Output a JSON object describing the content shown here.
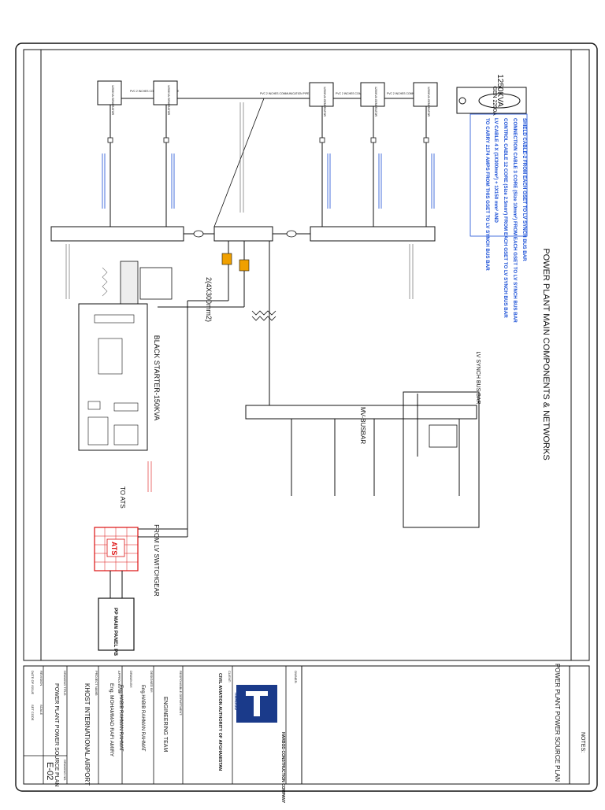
{
  "title": "POWER PLANT MAIN COMPONENTS & NETWORKS",
  "lv_synch_bus_bar": "LV SYNCH BUS BAR",
  "main_gen": {
    "rating": "1250KVA",
    "label": "GEN 2200A"
  },
  "gen_notes": [
    "SHIELD CABLE-2 FROM EACH GSET TO LV SYNCH BUS BAR",
    "CONNECTION CABLE 3 CORE (Size 10mm²) FROM EACH GSET TO LV SYNCH BUS BAR",
    "CONTROL CABLE 12 CORE (Size 2.5mm²) FROM EACH GSET TO LV SYNCH BUS BAR",
    "LV CABLE 4 X (1X300mm²) + 1X150 mm² AND",
    "TO CARRY 2174 AMPS FROM THIS GSET TO LV SYNCH BUS BAR"
  ],
  "generators": [
    {
      "label": "1250KVA GENERATOR",
      "pipe": "PVC 2 INCHES COMMUNICATION PIPE"
    },
    {
      "label": "1250KVA GENERATOR",
      "pipe": "PVC 2 INCHES COMMUNICATION PIPE"
    },
    {
      "label": "1250KVA GENERATOR",
      "pipe": "PVC 2 INCHES COMMUNICATION PIPE"
    },
    {
      "label": "1250KVA GENERATOR",
      "pipe": "PVC 2 INCHES COMMUNICATION PIPE"
    },
    {
      "label": "1250KVA GENERATOR",
      "pipe": ""
    }
  ],
  "cable_2x300": "2(4X300mm2)",
  "black_starter": "BLACK STARTER-150KVA",
  "mv_busbar": "MV-BUSBAR",
  "to_ats": "TO ATS",
  "from_lv": "FROM LV SWITCHGEAR",
  "ats": "ATS",
  "pp_main_panel": "PP MAIN PANEL PB",
  "notes_label": "NOTES:",
  "title_block": {
    "drawing_title_big": "POWER PLANT POWER SOURCE PLAN",
    "owner": "OWNER:",
    "company": "HARBOD CONSTRUCTION COMPANY",
    "logo_text": "HARBOD",
    "client": "CLIENT:",
    "client_name": "CIVIL AVIATION AUTHORITY OF AFGHANISTAN",
    "responsible": "RESPONSIBLE DEPARTMENT:",
    "dept": "ENGINEERING TEAM",
    "designed_by": "DESIGNED BY:",
    "designer": "Eng.HABIB RAHMAN RAHMAT",
    "drawn_by": "DRAWN BY:",
    "drawer": "Eng.HABIB RAHMAN RAHMAT",
    "approved_by": "APPROVED BY:",
    "approver": "Eng. MOHAMMAD RAFI AMIRY",
    "project_name": "PROJECT NAME:",
    "project": "KHOST INTERNATIONAL AIRPORT",
    "drawing_title": "DRAWING TITLE:",
    "drawing": "POWER PLANT POWER SOURCE PLAN",
    "revision": "REVISION",
    "scale": "SCALE",
    "drawing_no_label": "DRAWING NO.",
    "drawing_no": "E-02",
    "date_label": "DATE OF ISSUE",
    "set_code": "SET CODE"
  }
}
